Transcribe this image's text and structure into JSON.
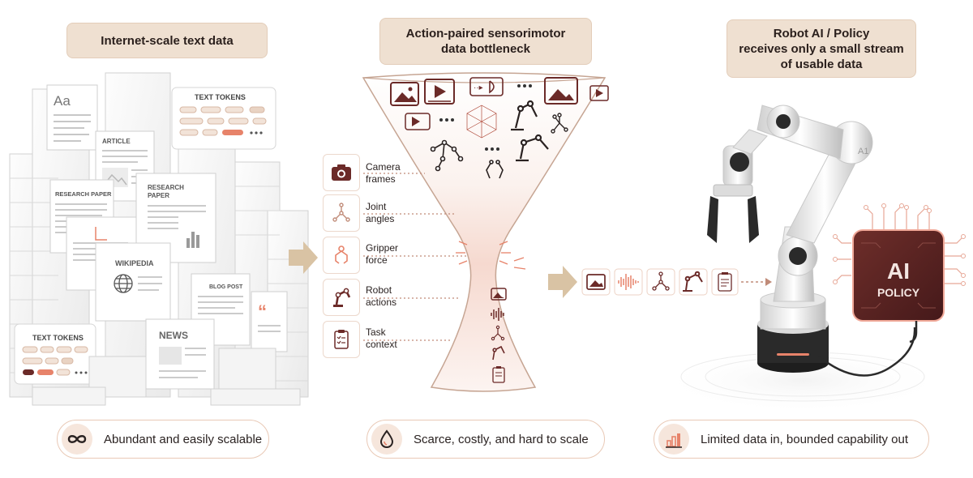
{
  "columns": {
    "left": {
      "header": "Internet-scale text data",
      "footer": "Abundant and easily scalable",
      "footer_icon": "infinity-icon",
      "docs": {
        "aa": "Aa",
        "text_tokens_top": "TEXT TOKENS",
        "article": "ARTICLE",
        "research_paper_1": "RESEARCH PAPER",
        "research_paper_2a": "RESEARCH",
        "research_paper_2b": "PAPER",
        "wikipedia": "WIKIPEDIA",
        "blog_post": "BLOG POST",
        "text_tokens_bottom": "TEXT TOKENS",
        "news": "NEWS",
        "quote": "“"
      }
    },
    "middle": {
      "header_line1": "Action-paired sensorimotor",
      "header_line2": "data bottleneck",
      "footer": "Scarce, costly, and hard to scale",
      "footer_icon": "water-drop-icon",
      "inputs": [
        {
          "line1": "Camera",
          "line2": "frames",
          "icon": "camera-icon"
        },
        {
          "line1": "Joint",
          "line2": "angles",
          "icon": "joint-angle-icon"
        },
        {
          "line1": "Gripper",
          "line2": "force",
          "icon": "gripper-icon"
        },
        {
          "line1": "Robot",
          "line2": "actions",
          "icon": "robot-arm-icon"
        },
        {
          "line1": "Task",
          "line2": "context",
          "icon": "clipboard-icon"
        }
      ]
    },
    "right": {
      "header_line1": "Robot AI / Policy",
      "header_line2": "receives only a small stream",
      "header_line3": "of usable data",
      "footer": "Limited data in, bounded capability out",
      "footer_icon": "bar-chart-icon",
      "robot_label": "A1",
      "chip_line1": "AI",
      "chip_line2": "POLICY"
    }
  },
  "stream_icons": [
    "image-icon",
    "waveform-icon",
    "joint-angle-icon",
    "robot-arm-icon",
    "clipboard-icon"
  ],
  "colors": {
    "header_bg": "#efe0d1",
    "accent": "#e7836a",
    "dark_maroon": "#6b2a28",
    "arrow": "#d9c3a4",
    "chip": "#5c2622"
  }
}
